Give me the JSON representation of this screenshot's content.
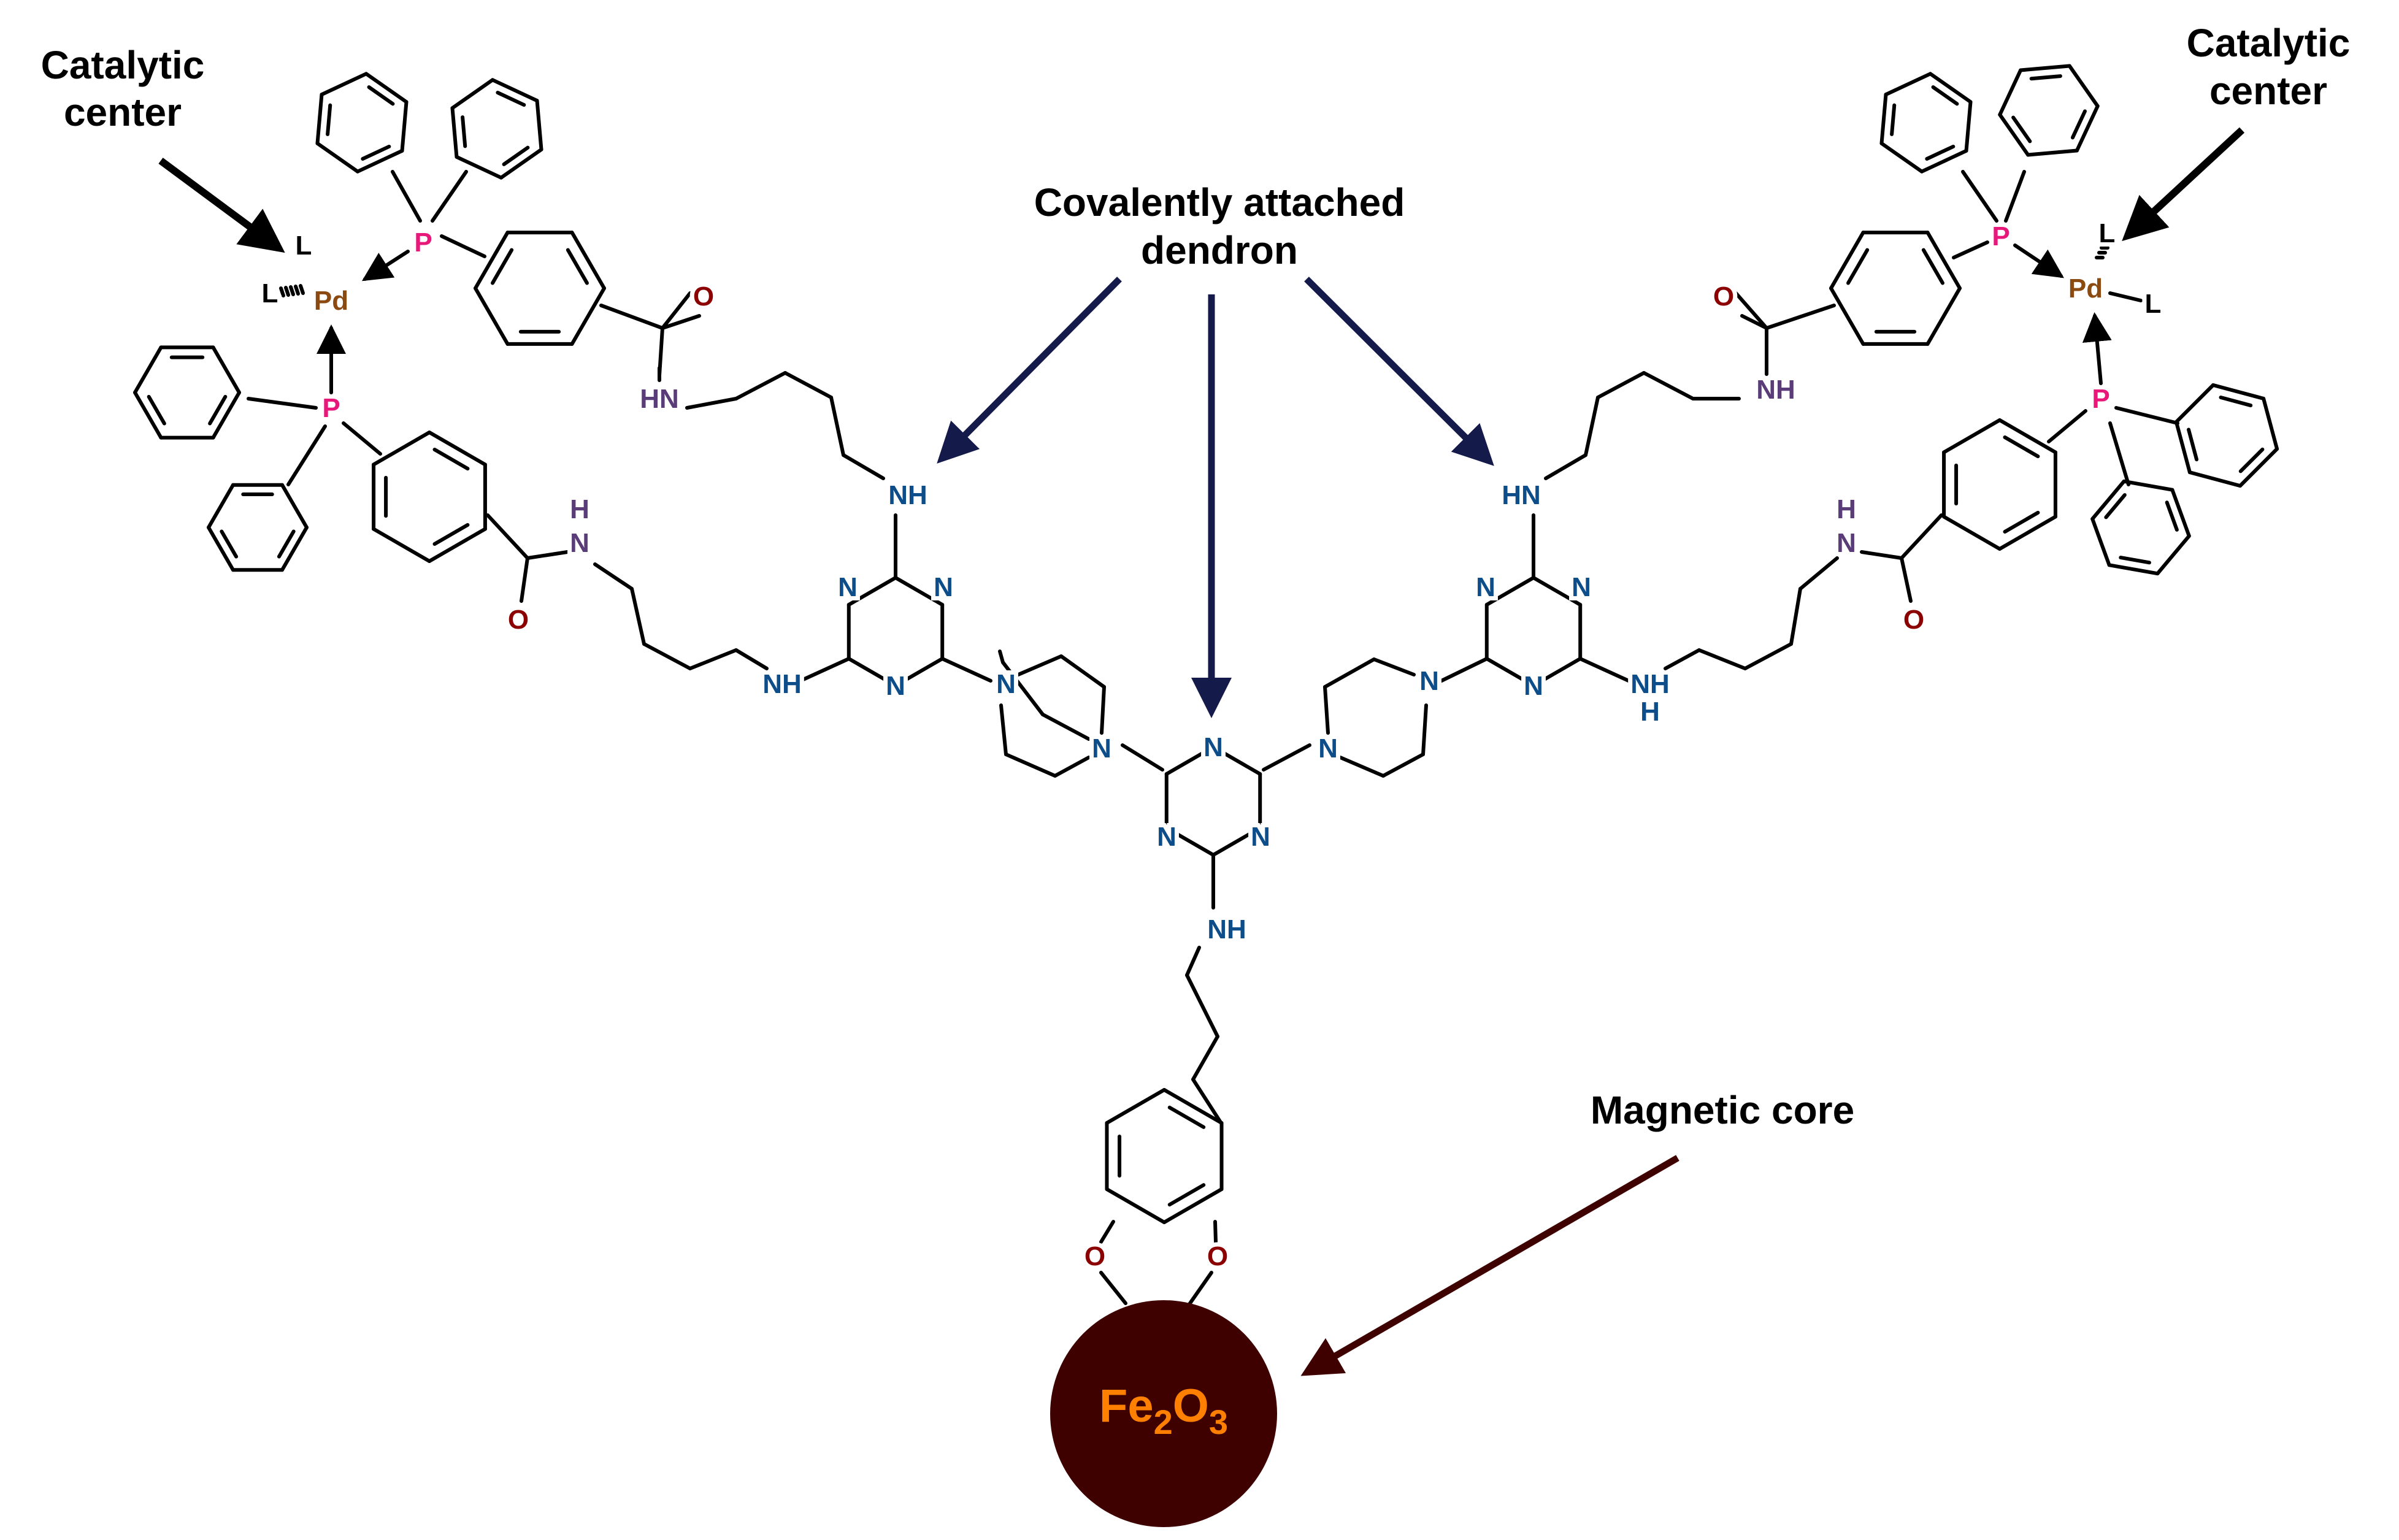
{
  "labels": {
    "catalytic_left_line1": "Catalytic",
    "catalytic_left_line2": "center",
    "catalytic_right_line1": "Catalytic",
    "catalytic_right_line2": "center",
    "dendron_line1": "Covalently attached",
    "dendron_line2": "dendron",
    "magnetic_core": "Magnetic core"
  },
  "core": {
    "formula_fe": "Fe",
    "formula_sub1": "2",
    "formula_o": "O",
    "formula_sub2": "3"
  },
  "atoms": {
    "N": "N",
    "NH": "NH",
    "HN": "HN",
    "H": "H",
    "O": "O",
    "P": "P",
    "Pd": "Pd",
    "L": "L"
  },
  "colors": {
    "nitrogen": "#0d4e8a",
    "amide_nitrogen": "#5a3c78",
    "oxygen": "#8b0000",
    "phosphorus": "#e8187a",
    "palladium": "#8b4a12",
    "core_fill": "#3f0000",
    "core_text": "#ff8000",
    "dendron_arrow": "#141a4a",
    "core_arrow": "#3f0000",
    "bond": "#000000"
  }
}
